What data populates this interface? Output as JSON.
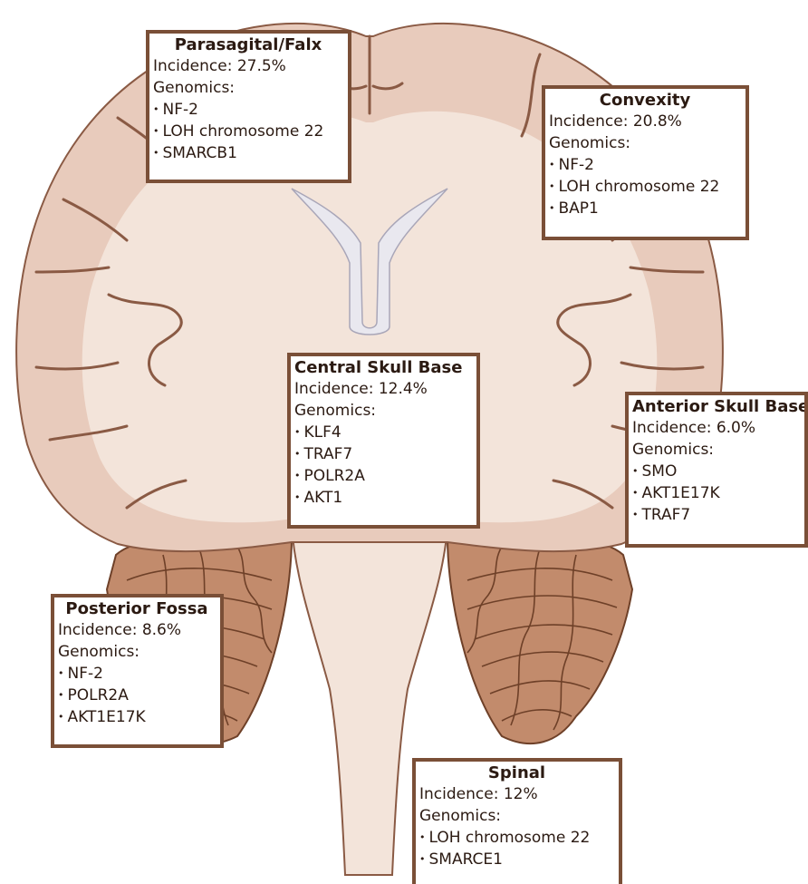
{
  "colors": {
    "cortex": "#e8cbbc",
    "white_matter": "#f3e4da",
    "sulcus": "#8a5a44",
    "ventricle": "#e9e8ef",
    "cerebellum": "#c28b6c",
    "cerebellum_line": "#6e4028",
    "box_border": "#7a4f37",
    "text": "#2b1a12"
  },
  "regions": {
    "parasagittal": {
      "title": "Parasagital/Falx",
      "incidence": "Incidence: 27.5%",
      "genomics_label": "Genomics:",
      "genes": [
        "NF-2",
        "LOH chromosome 22",
        "SMARCB1"
      ]
    },
    "convexity": {
      "title": "Convexity",
      "incidence": "Incidence: 20.8%",
      "genomics_label": "Genomics:",
      "genes": [
        "NF-2",
        "LOH chromosome 22",
        "BAP1"
      ]
    },
    "central_skull_base": {
      "title": "Central Skull Base",
      "incidence": "Incidence: 12.4%",
      "genomics_label": "Genomics:",
      "genes": [
        "KLF4",
        "TRAF7",
        "POLR2A",
        "AKT1"
      ]
    },
    "anterior_skull_base": {
      "title": "Anterior Skull Base",
      "incidence": "Incidence: 6.0%",
      "genomics_label": "Genomics:",
      "genes": [
        "SMO",
        "AKT1E17K",
        "TRAF7"
      ]
    },
    "posterior_fossa": {
      "title": "Posterior Fossa",
      "incidence": "Incidence: 8.6%",
      "genomics_label": "Genomics:",
      "genes": [
        "NF-2",
        "POLR2A",
        "AKT1E17K"
      ]
    },
    "spinal": {
      "title": "Spinal",
      "incidence": "Incidence: 12%",
      "genomics_label": "Genomics:",
      "genes": [
        "LOH chromosome 22",
        "SMARCE1"
      ]
    }
  }
}
